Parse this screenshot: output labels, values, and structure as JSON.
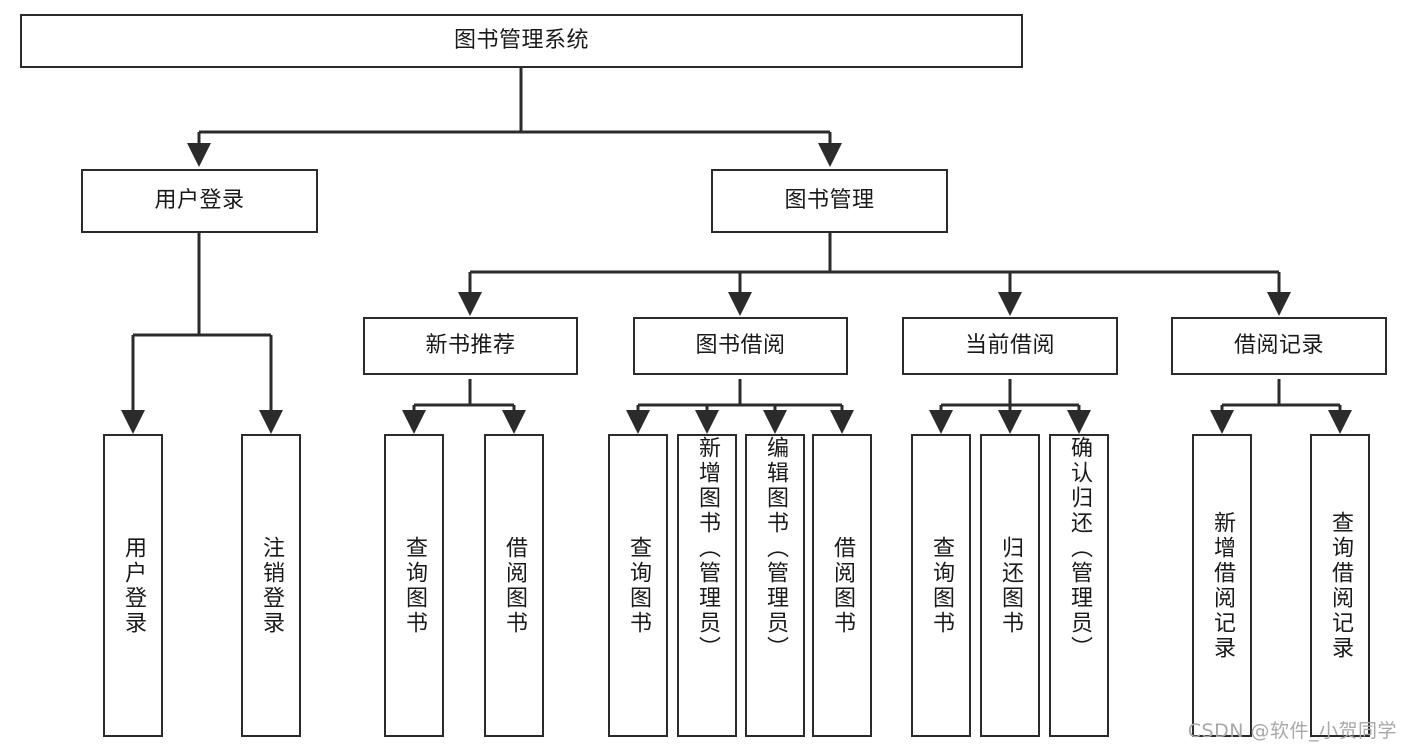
{
  "diagram": {
    "type": "tree-hierarchy",
    "title": "图书管理系统",
    "root": {
      "id": "root",
      "label": "图书管理系统"
    },
    "level2": [
      {
        "id": "user-login",
        "label": "用户登录"
      },
      {
        "id": "book-management",
        "label": "图书管理"
      }
    ],
    "level3": [
      {
        "id": "new-book-recommend",
        "label": "新书推荐"
      },
      {
        "id": "book-borrow",
        "label": "图书借阅"
      },
      {
        "id": "current-borrow",
        "label": "当前借阅"
      },
      {
        "id": "borrow-record",
        "label": "借阅记录"
      }
    ],
    "leaves": {
      "user_login": [
        {
          "id": "leaf-user-login",
          "label": "用户登录"
        },
        {
          "id": "leaf-logout-login",
          "label": "注销登录"
        }
      ],
      "new_book_recommend": [
        {
          "id": "leaf-query-book-1",
          "label": "查询图书"
        },
        {
          "id": "leaf-borrow-book-1",
          "label": "借阅图书"
        }
      ],
      "book_borrow": [
        {
          "id": "leaf-query-book-2",
          "label": "查询图书"
        },
        {
          "id": "leaf-add-book",
          "label": "新增图书（管理员）"
        },
        {
          "id": "leaf-edit-book",
          "label": "编辑图书（管理员）"
        },
        {
          "id": "leaf-borrow-book-2",
          "label": "借阅图书"
        }
      ],
      "current_borrow": [
        {
          "id": "leaf-query-book-3",
          "label": "查询图书"
        },
        {
          "id": "leaf-return-book",
          "label": "归还图书"
        },
        {
          "id": "leaf-confirm-return",
          "label": "确认归还（管理员）"
        }
      ],
      "borrow_record": [
        {
          "id": "leaf-add-record",
          "label": "新增借阅记录"
        },
        {
          "id": "leaf-query-record",
          "label": "查询借阅记录"
        }
      ]
    }
  },
  "watermark": {
    "text": "CSDN @软件_小贺同学"
  },
  "colors": {
    "stroke": "#2b2b2b",
    "background": "#ffffff",
    "text": "#1a1a1a",
    "watermark": "#a8a8a8"
  }
}
